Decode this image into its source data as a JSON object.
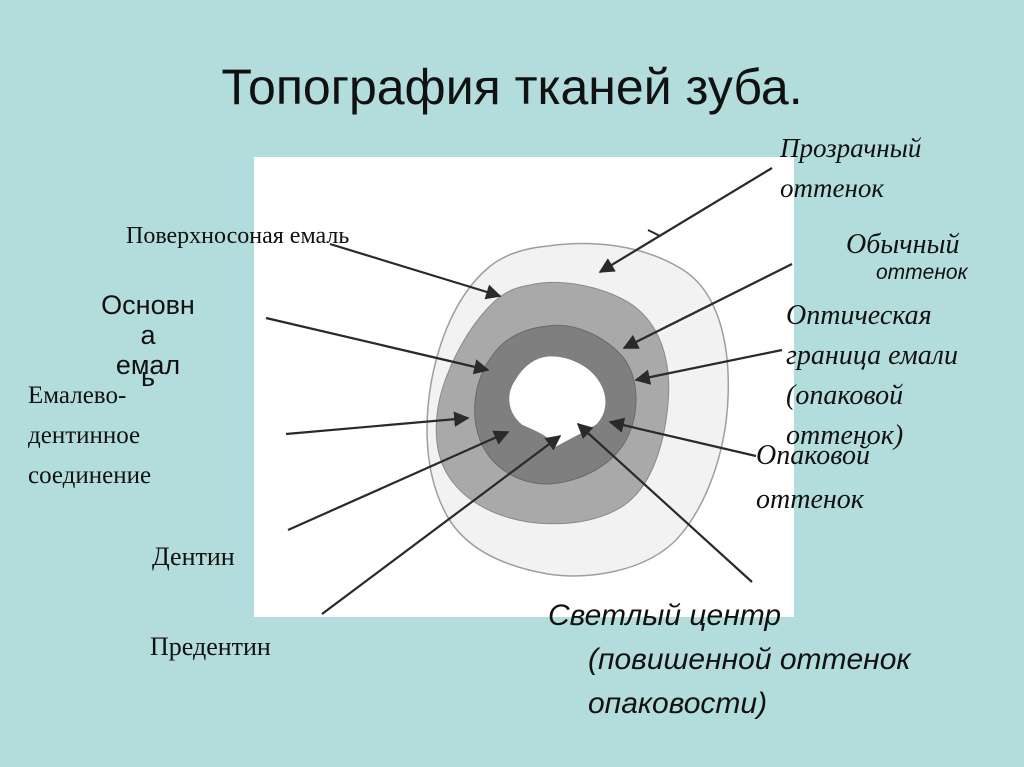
{
  "slide": {
    "title": "Топография тканей зуба."
  },
  "labels": {
    "surface_enamel": "Поверхносоная емаль",
    "main_enamel": [
      "Основн",
      "а",
      "емал",
      "ь"
    ],
    "dej": [
      "Емалево-",
      "дентинное",
      "соединение"
    ],
    "dentin": "Дентин",
    "predentin": "Предентин",
    "transparent": [
      "Прозрачный",
      "оттенок"
    ],
    "normal": [
      "Обычный",
      "оттенок"
    ],
    "optical_border": [
      "Оптическая",
      "граница емали",
      "(опаковой",
      "оттенок)"
    ],
    "opaque": [
      "Опаковой",
      "оттенок"
    ],
    "light_center": [
      "Светлый центр",
      "(повишенной оттенок",
      "опаковости)"
    ]
  },
  "colors": {
    "background": "#b3dddc",
    "panel": "#ffffff",
    "outer_layer": "#f2f2f2",
    "middle_layer": "#a9a9a9",
    "inner_layer": "#7f7f7f",
    "arrow": "#2a2a2a"
  }
}
